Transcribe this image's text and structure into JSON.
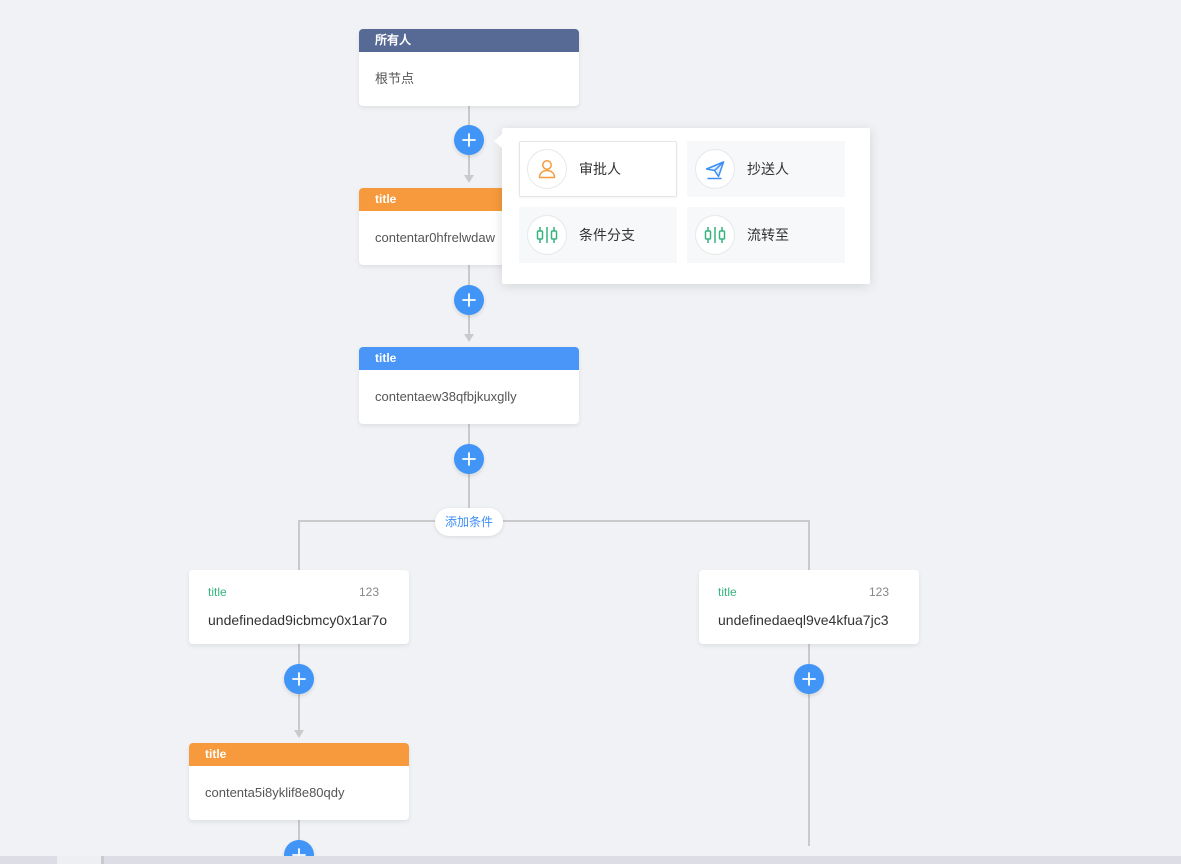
{
  "colors": {
    "canvas_bg": "#f0f2f5",
    "root_header": "#576a95",
    "approver_header": "#f79a3d",
    "cc_header": "#4a95f8",
    "add_button": "#4095f7",
    "connector_line": "#cacaca",
    "condition_title": "#36b37e",
    "add_condition_text": "#3d8ef5",
    "approver_icon": "#f79a3d",
    "cc_icon": "#3d8ef5",
    "condition_icon": "#36b37e"
  },
  "add_node_button": {
    "icon": "plus-icon"
  },
  "nodes": {
    "root": {
      "header": "所有人",
      "content": "根节点"
    },
    "approver_1": {
      "header": "title",
      "content": "contentar0hfrelwdaw"
    },
    "cc_1": {
      "header": "title",
      "content": "contentaew38qfbjkuxglly"
    },
    "branch": {
      "add_condition_label": "添加条件",
      "conditions": [
        {
          "title": "title",
          "priority": "123",
          "content": "undefinedad9icbmcy0x1ar7o"
        },
        {
          "title": "title",
          "priority": "123",
          "content": "undefinedaeql9ve4kfua7jc3"
        }
      ]
    },
    "approver_2": {
      "header": "title",
      "content": "contenta5i8yklif8e80qdy"
    }
  },
  "add_node_popover": {
    "items": [
      {
        "label": "审批人",
        "icon": "approver-person-icon"
      },
      {
        "label": "抄送人",
        "icon": "cc-send-icon"
      },
      {
        "label": "条件分支",
        "icon": "condition-branch-icon"
      },
      {
        "label": "流转至",
        "icon": "flow-to-icon"
      }
    ]
  }
}
